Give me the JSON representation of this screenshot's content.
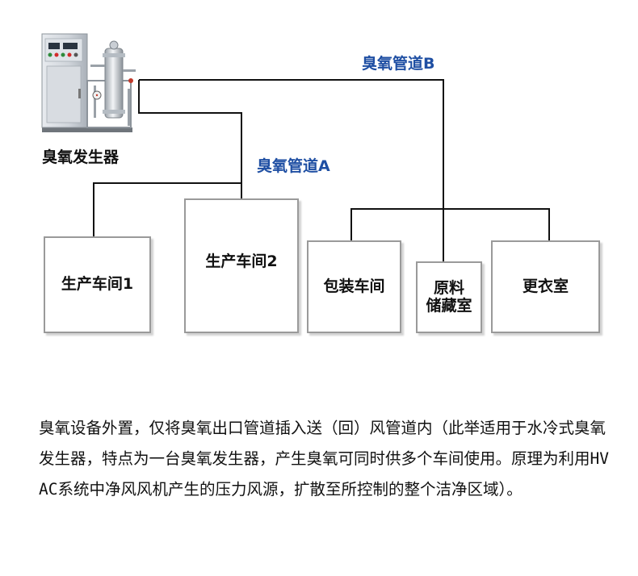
{
  "generator": {
    "label": "臭氧发生器",
    "icon": "ozone-generator-machine-icon"
  },
  "pipes": {
    "a_label": "臭氧管道A",
    "b_label": "臭氧管道B",
    "color": "#1f4fa3",
    "line_color": "#111111"
  },
  "rooms": {
    "workshop1": "生产车间1",
    "workshop2": "生产车间2",
    "packaging": "包装车间",
    "storage": "原料\n储藏室",
    "locker": "更衣室"
  },
  "description": "臭氧设备外置，仅将臭氧出口管道插入送（回）风管道内（此举适用于水冷式臭氧发生器，特点为一台臭氧发生器，产生臭氧可同时供多个车间使用。原理为利用HVAC系统中净风风机产生的压力风源，扩散至所控制的整个洁净区域）。"
}
